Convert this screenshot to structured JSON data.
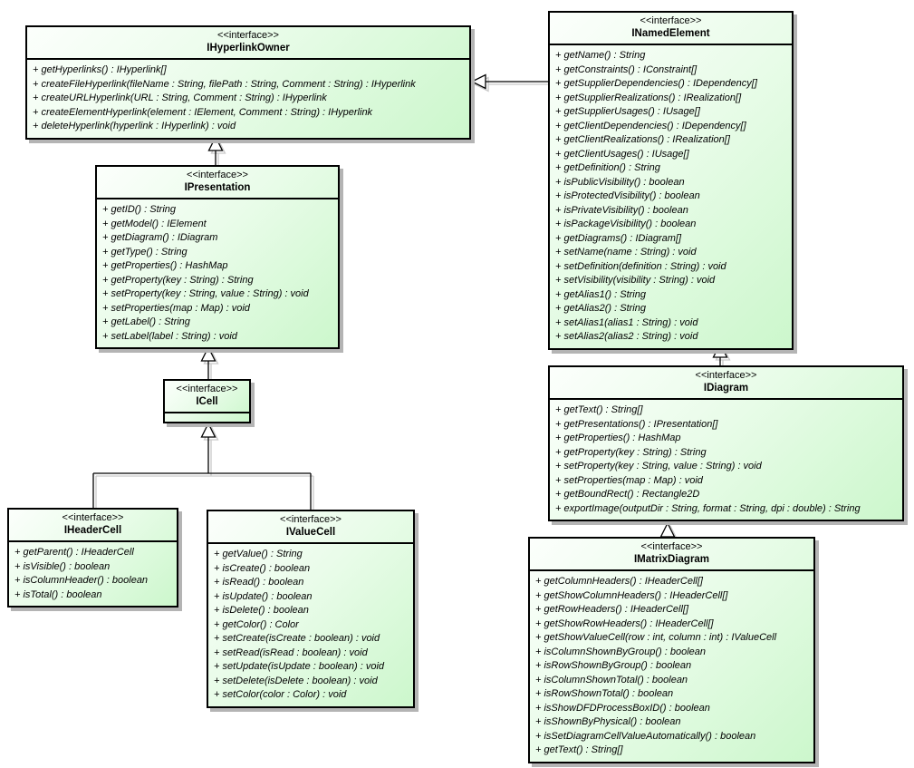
{
  "diagram_title": "UML interface class diagram",
  "colors": {
    "box_fill_start": "#fcfffc",
    "box_fill_end": "#ccf7cc",
    "box_border": "#000000",
    "box_shadow": "#b4b4b4",
    "line": "#000000",
    "line_shadow": "#c9c9c9",
    "background": "#ffffff"
  },
  "classes": [
    {
      "stereotype": "<<interface>>",
      "name": "IHyperlinkOwner",
      "methods": [
        "+ getHyperlinks() : IHyperlink[]",
        "+ createFileHyperlink(fileName : String, filePath : String, Comment : String) : IHyperlink",
        "+ createURLHyperlink(URL : String, Comment : String) : IHyperlink",
        "+ createElementHyperlink(element : IElement, Comment : String) : IHyperlink",
        "+ deleteHyperlink(hyperlink : IHyperlink) : void"
      ]
    },
    {
      "stereotype": "<<interface>>",
      "name": "INamedElement",
      "methods": [
        "+ getName() : String",
        "+ getConstraints() : IConstraint[]",
        "+ getSupplierDependencies() : IDependency[]",
        "+ getSupplierRealizations() : IRealization[]",
        "+ getSupplierUsages() : IUsage[]",
        "+ getClientDependencies() : IDependency[]",
        "+ getClientRealizations() : IRealization[]",
        "+ getClientUsages() : IUsage[]",
        "+ getDefinition() : String",
        "+ isPublicVisibility() : boolean",
        "+ isProtectedVisibility() : boolean",
        "+ isPrivateVisibility() : boolean",
        "+ isPackageVisibility() : boolean",
        "+ getDiagrams() : IDiagram[]",
        "+ setName(name : String) : void",
        "+ setDefinition(definition : String) : void",
        "+ setVisibility(visibility : String) : void",
        "+ getAlias1() : String",
        "+ getAlias2() : String",
        "+ setAlias1(alias1 : String) : void",
        "+ setAlias2(alias2 : String) : void"
      ]
    },
    {
      "stereotype": "<<interface>>",
      "name": "IPresentation",
      "methods": [
        "+ getID() : String",
        "+ getModel() : IElement",
        "+ getDiagram() : IDiagram",
        "+ getType() : String",
        "+ getProperties() : HashMap",
        "+ getProperty(key : String) : String",
        "+ setProperty(key : String, value : String) : void",
        "+ setProperties(map : Map) : void",
        "+ getLabel() : String",
        "+ setLabel(label : String) : void"
      ]
    },
    {
      "stereotype": "<<interface>>",
      "name": "ICell",
      "methods": []
    },
    {
      "stereotype": "<<interface>>",
      "name": "IHeaderCell",
      "methods": [
        "+ getParent() : IHeaderCell",
        "+ isVisible() : boolean",
        "+ isColumnHeader() : boolean",
        "+ isTotal() : boolean"
      ]
    },
    {
      "stereotype": "<<interface>>",
      "name": "IValueCell",
      "methods": [
        "+ getValue() : String",
        "+ isCreate() : boolean",
        "+ isRead() : boolean",
        "+ isUpdate() : boolean",
        "+ isDelete() : boolean",
        "+ getColor() : Color",
        "+ setCreate(isCreate : boolean) : void",
        "+ setRead(isRead : boolean) : void",
        "+ setUpdate(isUpdate : boolean) : void",
        "+ setDelete(isDelete : boolean) : void",
        "+ setColor(color : Color) : void"
      ]
    },
    {
      "stereotype": "<<interface>>",
      "name": "IDiagram",
      "methods": [
        "+ getText() : String[]",
        "+ getPresentations() : IPresentation[]",
        "+ getProperties() : HashMap",
        "+ getProperty(key : String) : String",
        "+ setProperty(key : String, value : String) : void",
        "+ setProperties(map : Map) : void",
        "+ getBoundRect() : Rectangle2D",
        "+ exportImage(outputDir : String, format : String, dpi : double) : String"
      ]
    },
    {
      "stereotype": "<<interface>>",
      "name": "IMatrixDiagram",
      "methods": [
        "+ getColumnHeaders() : IHeaderCell[]",
        "+ getShowColumnHeaders() : IHeaderCell[]",
        "+ getRowHeaders() : IHeaderCell[]",
        "+ getShowRowHeaders() : IHeaderCell[]",
        "+ getShowValueCell(row : int, column : int) : IValueCell",
        "+ isColumnShownByGroup() : boolean",
        "+ isRowShownByGroup() : boolean",
        "+ isColumnShownTotal() : boolean",
        "+ isRowShownTotal() : boolean",
        "+ isShowDFDProcessBoxID() : boolean",
        "+ isShownByPhysical() : boolean",
        "+ isSetDiagramCellValueAutomatically() : boolean",
        "+ getText() : String[]"
      ]
    }
  ],
  "relations": [
    {
      "from": "INamedElement",
      "to": "IHyperlinkOwner",
      "type": "generalization"
    },
    {
      "from": "IPresentation",
      "to": "IHyperlinkOwner",
      "type": "generalization"
    },
    {
      "from": "ICell",
      "to": "IPresentation",
      "type": "generalization"
    },
    {
      "from": "IHeaderCell",
      "to": "ICell",
      "type": "generalization"
    },
    {
      "from": "IValueCell",
      "to": "ICell",
      "type": "generalization"
    },
    {
      "from": "IDiagram",
      "to": "INamedElement",
      "type": "generalization"
    },
    {
      "from": "IMatrixDiagram",
      "to": "IDiagram",
      "type": "generalization"
    }
  ]
}
